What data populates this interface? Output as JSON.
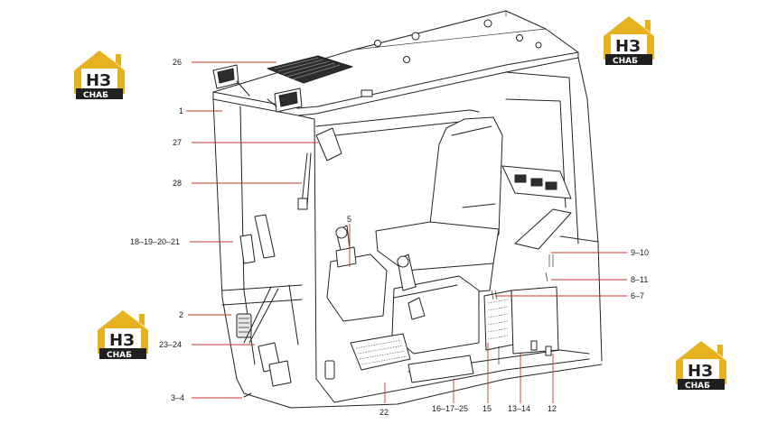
{
  "callouts": [
    {
      "id": "c26",
      "text": "26"
    },
    {
      "id": "c1",
      "text": "1"
    },
    {
      "id": "c27",
      "text": "27"
    },
    {
      "id": "c28",
      "text": "28"
    },
    {
      "id": "c5",
      "text": "5"
    },
    {
      "id": "c18",
      "text": "18–19–20–21"
    },
    {
      "id": "c2",
      "text": "2"
    },
    {
      "id": "c23",
      "text": "23–24"
    },
    {
      "id": "c3",
      "text": "3–4"
    },
    {
      "id": "c22",
      "text": "22"
    },
    {
      "id": "c16",
      "text": "16–17–25"
    },
    {
      "id": "c15",
      "text": "15"
    },
    {
      "id": "c13",
      "text": "13–14"
    },
    {
      "id": "c12",
      "text": "12"
    },
    {
      "id": "c9",
      "text": "9–10"
    },
    {
      "id": "c8",
      "text": "8–11"
    },
    {
      "id": "c6",
      "text": "6–7"
    }
  ],
  "watermark": {
    "mark": "НЗ",
    "word": "СНАБ",
    "color_gold": "#e8b21e",
    "color_dark": "#1f1f1f"
  }
}
